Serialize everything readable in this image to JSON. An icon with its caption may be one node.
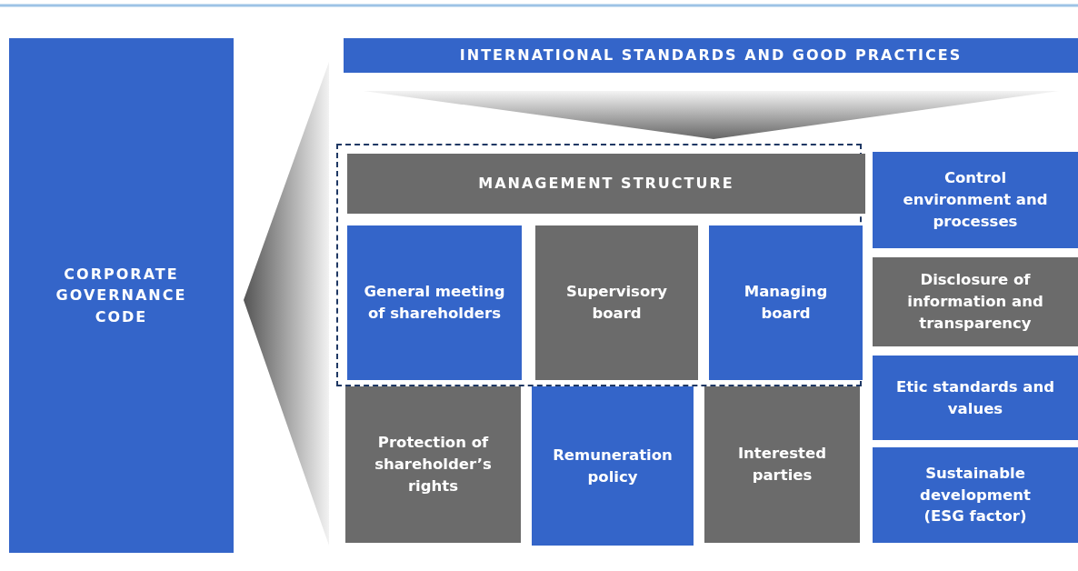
{
  "diagram": {
    "nodes": [
      {
        "text": [
          "CORPORATE GOVERNANCE CODE"
        ]
      },
      {
        "text": [
          "INTERNATIONAL STANDARDS AND GOOD PRACTICES"
        ]
      },
      {
        "text": [],
        "shape": "box"
      },
      {
        "text": [
          "MANAGEMENT STRUCTURE"
        ],
        "in": 2
      },
      {
        "text": [
          "General meeting of shareholders"
        ],
        "in": 2
      },
      {
        "text": [
          "Supervisory board"
        ],
        "in": 2
      },
      {
        "text": [
          "Managing board"
        ],
        "in": 2
      },
      {
        "text": [
          "Control environment and processes"
        ]
      },
      {
        "text": [
          "Disclosure of information and transparency"
        ]
      },
      {
        "text": [
          "Etic standards and values"
        ]
      },
      {
        "text": [
          "Protection of shareholder’s rights"
        ]
      },
      {
        "text": [
          "Remuneration policy"
        ]
      },
      {
        "text": [
          "Interested parties"
        ]
      },
      {
        "text": [
          "Sustainable development (ESG factor)"
        ]
      },
      {
        "text": [],
        "shape": "triangle"
      },
      {
        "text": [],
        "shape": "triangle"
      }
    ]
  }
}
